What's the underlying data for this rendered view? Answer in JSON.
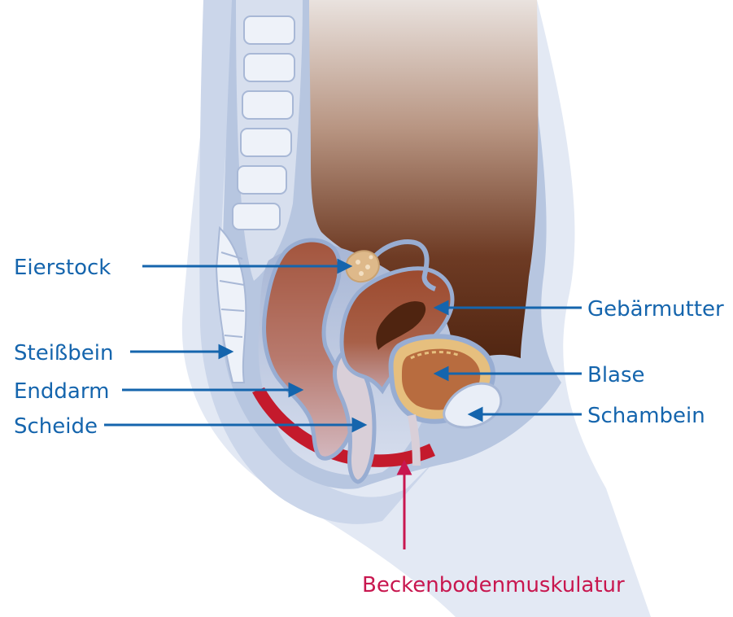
{
  "labels": {
    "eierstock": "Eierstock",
    "steissbein": "Steißbein",
    "enddarm": "Enddarm",
    "scheide": "Scheide",
    "gebaermutter": "Gebärmutter",
    "blase": "Blase",
    "schambein": "Schambein",
    "beckenboden": "Beckenbodenmuskulatur"
  },
  "colors": {
    "label_blue": "#1565ad",
    "label_red": "#c8174f",
    "body_light": "#e3e9f4",
    "body_mid": "#b7c6e0",
    "organ_outline": "#98add2",
    "muscle": "#c41a2c",
    "organ_brown": "#a5563e",
    "bladder_fill": "#b86c3f",
    "bladder_rim": "#e6bf7e",
    "ovary": "#deb98a"
  }
}
